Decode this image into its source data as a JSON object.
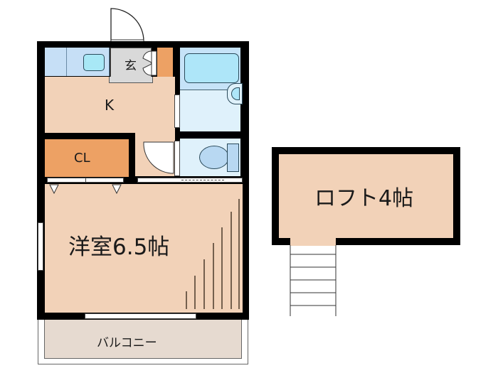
{
  "floor_plan": {
    "rooms": {
      "genkan": {
        "label": "玄"
      },
      "kitchen": {
        "label": "K"
      },
      "closet": {
        "label": "CL"
      },
      "western_room": {
        "label": "洋室6.5帖"
      },
      "balcony": {
        "label": "バルコニー"
      },
      "loft": {
        "label": "ロフト4帖"
      }
    },
    "colors": {
      "wall": "#000000",
      "room_floor": "#f2d2b8",
      "closet": "#eda164",
      "wet_area": "#dff1fb",
      "bath_tub": "#aee6f9",
      "fixtures": "#b8d8f2",
      "genkan": "#d9d9d9",
      "balcony": "#e6dad0"
    }
  }
}
